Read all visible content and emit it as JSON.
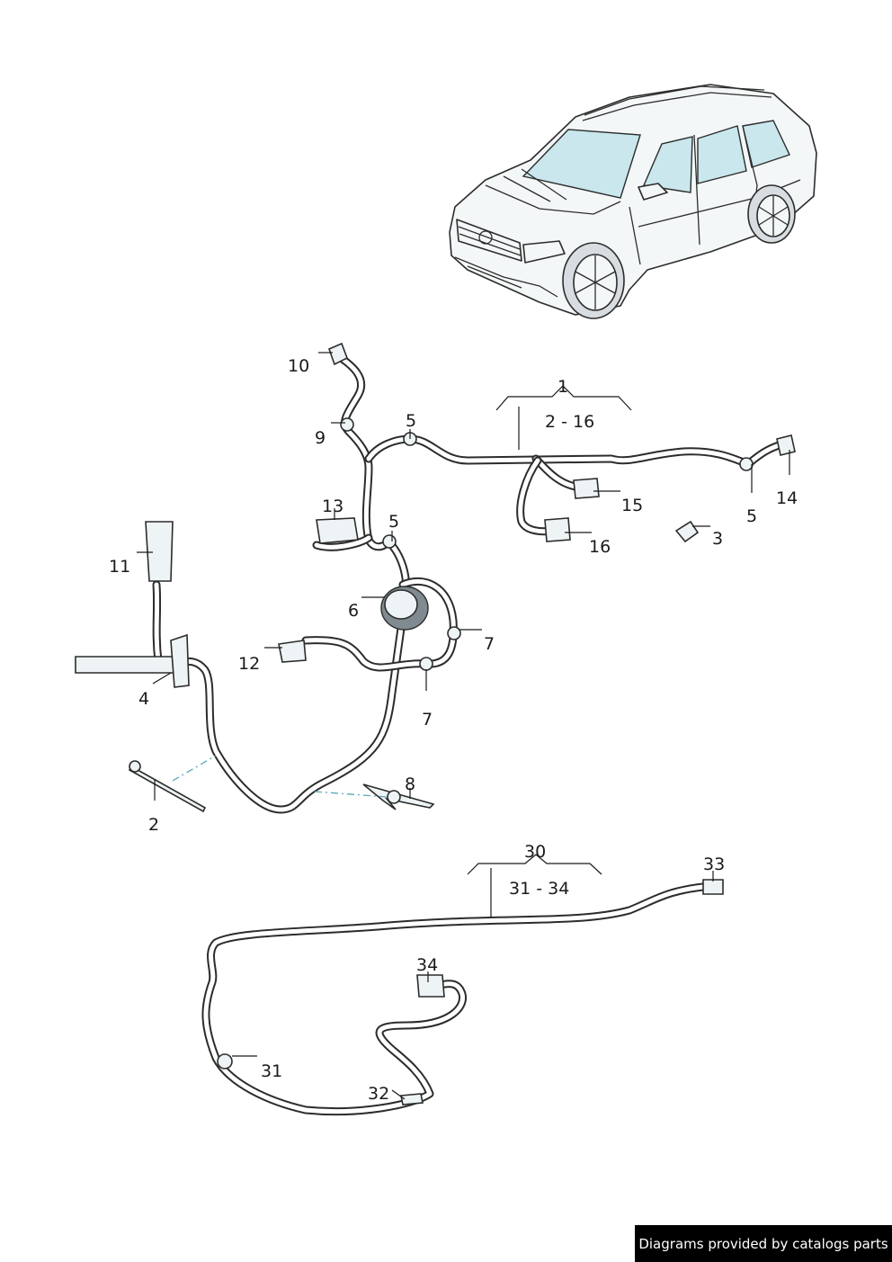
{
  "callouts": {
    "c1": "1",
    "c1_range": "2 - 16",
    "c2": "2",
    "c3": "3",
    "c4": "4",
    "c5a": "5",
    "c5b": "5",
    "c5c": "5",
    "c6": "6",
    "c7a": "7",
    "c7b": "7",
    "c8": "8",
    "c9": "9",
    "c10": "10",
    "c11": "11",
    "c12": "12",
    "c13": "13",
    "c14": "14",
    "c15": "15",
    "c16": "16",
    "c30": "30",
    "c30_range": "31 - 34",
    "c31": "31",
    "c32": "32",
    "c33": "33",
    "c34": "34"
  },
  "footer": {
    "text": "Diagrams provided by catalogs parts"
  },
  "colors": {
    "glass": "#c9e7ec",
    "outline": "#2c2c2c",
    "leader_dash": "#5aa7b8",
    "badge": "#000000"
  }
}
